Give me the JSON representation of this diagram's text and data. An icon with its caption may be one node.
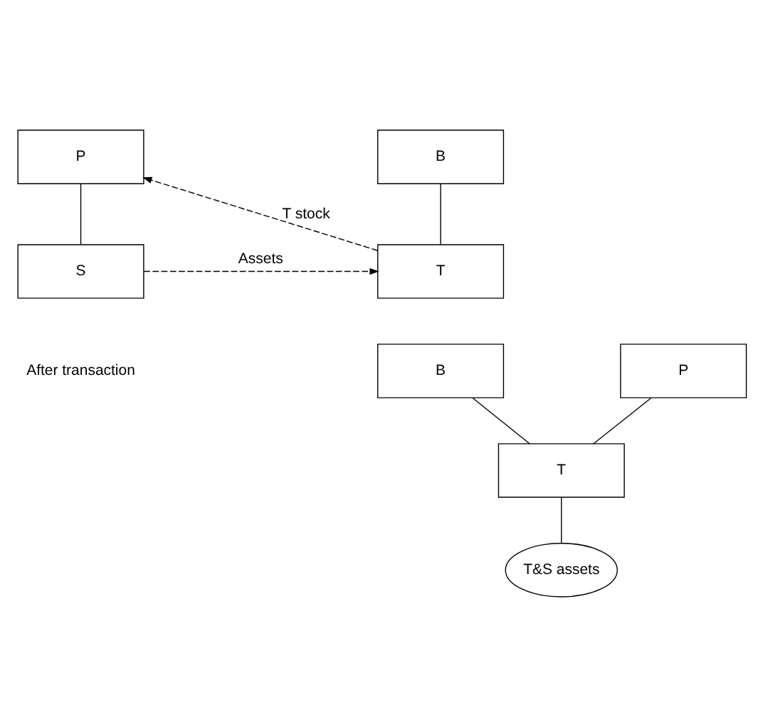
{
  "diagram": {
    "nodes": [
      {
        "text": [
          "P"
        ]
      },
      {
        "text": [
          "S"
        ]
      },
      {
        "text": [
          "B"
        ]
      },
      {
        "text": [
          "T"
        ]
      },
      {
        "text": [
          "P"
        ]
      },
      {
        "text": [
          "B"
        ]
      },
      {
        "text": [
          "T"
        ]
      },
      {
        "text": [
          "T&S assets"
        ]
      }
    ],
    "edges": [
      {
        "from": 0,
        "to": 1,
        "arrow": "none"
      },
      {
        "from": 2,
        "to": 3,
        "arrow": "none"
      },
      {
        "from": 3,
        "to": 0,
        "arrow": "to",
        "label": "T stock",
        "style": "dashed"
      },
      {
        "from": 1,
        "to": 3,
        "arrow": "to",
        "label": "Assets",
        "style": "dashed"
      },
      {
        "from": 4,
        "to": 6,
        "arrow": "none"
      },
      {
        "from": 5,
        "to": 6,
        "arrow": "none"
      },
      {
        "from": 6,
        "to": 7,
        "arrow": "none"
      }
    ],
    "labels": [
      "After transaction"
    ]
  }
}
